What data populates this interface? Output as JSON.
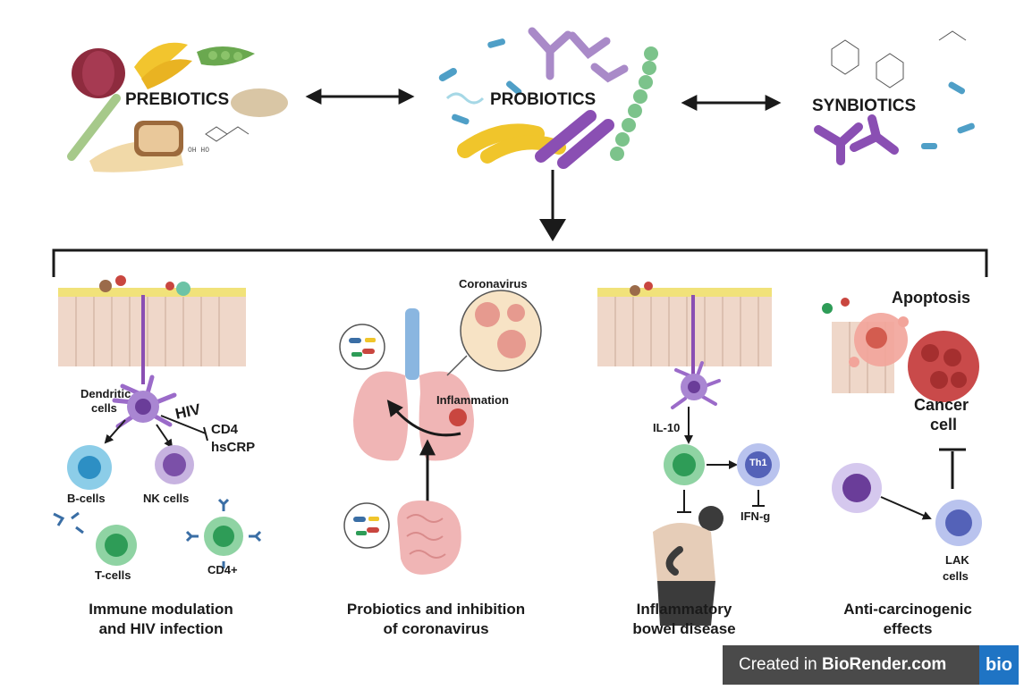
{
  "top": {
    "prebiotics": "PREBIOTICS",
    "probiotics": "PROBIOTICS",
    "synbiotics": "SYNBIOTICS"
  },
  "panel1": {
    "dendritic": "Dendritic",
    "cells": "cells",
    "hiv": "HIV",
    "cd4": "CD4",
    "hscrp": "hsCRP",
    "bcells": "B-cells",
    "nkcells": "NK cells",
    "tcells": "T-cells",
    "cd4plus": "CD4+",
    "caption_line1": "Immune modulation",
    "caption_line2": "and HIV infection"
  },
  "panel2": {
    "coronavirus": "Coronavirus",
    "inflammation": "Inflammation",
    "caption_line1": "Probiotics and inhibition",
    "caption_line2": "of coronavirus"
  },
  "panel3": {
    "il10": "IL-10",
    "th1": "Th1",
    "ifng": "IFN-g",
    "caption_line1": "Inflammatory",
    "caption_line2": "bowel disease"
  },
  "panel4": {
    "apoptosis": "Apoptosis",
    "cancer": "Cancer",
    "cell": "cell",
    "lak": "LAK",
    "lakcells": "cells",
    "caption_line1": "Anti-carcinogenic",
    "caption_line2": "effects"
  },
  "badge": {
    "prefix": "Created in ",
    "brand": "BioRender.com",
    "logo": "bio"
  }
}
